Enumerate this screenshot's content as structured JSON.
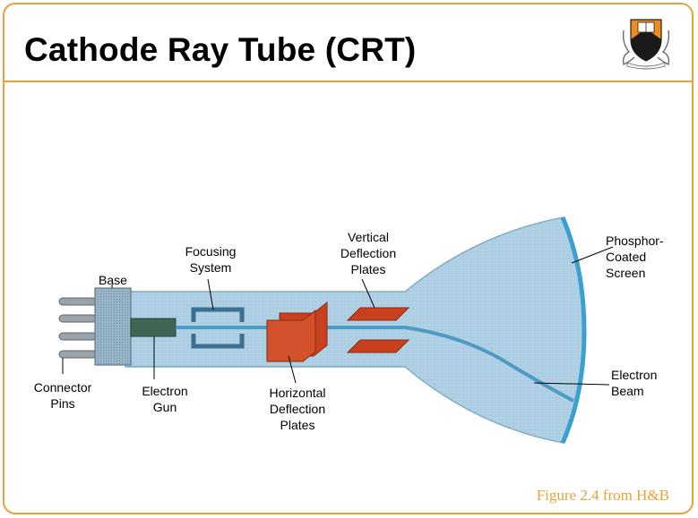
{
  "slide": {
    "title": "Cathode Ray Tube (CRT)",
    "caption": "Figure 2.4 from H&B",
    "logo_icon": "princeton-shield-icon"
  },
  "diagram": {
    "labels": {
      "base": "Base",
      "focusing_system": "Focusing\nSystem",
      "vertical_deflection_plates": "Vertical\nDeflection\nPlates",
      "phosphor_coated_screen": "Phosphor-\nCoated\nScreen",
      "connector_pins": "Connector\nPins",
      "electron_gun": "Electron\nGun",
      "horizontal_deflection_plates": "Horizontal\nDeflection\nPlates",
      "electron_beam": "Electron\nBeam"
    },
    "colors": {
      "accent": "#e8a23a",
      "tube_fill": "#aecfe4",
      "beam": "#4d9ac4",
      "screen": "#3aa0cf",
      "plates": "#c9401f",
      "base": "#98b5c8",
      "gun": "#3f6654"
    }
  }
}
